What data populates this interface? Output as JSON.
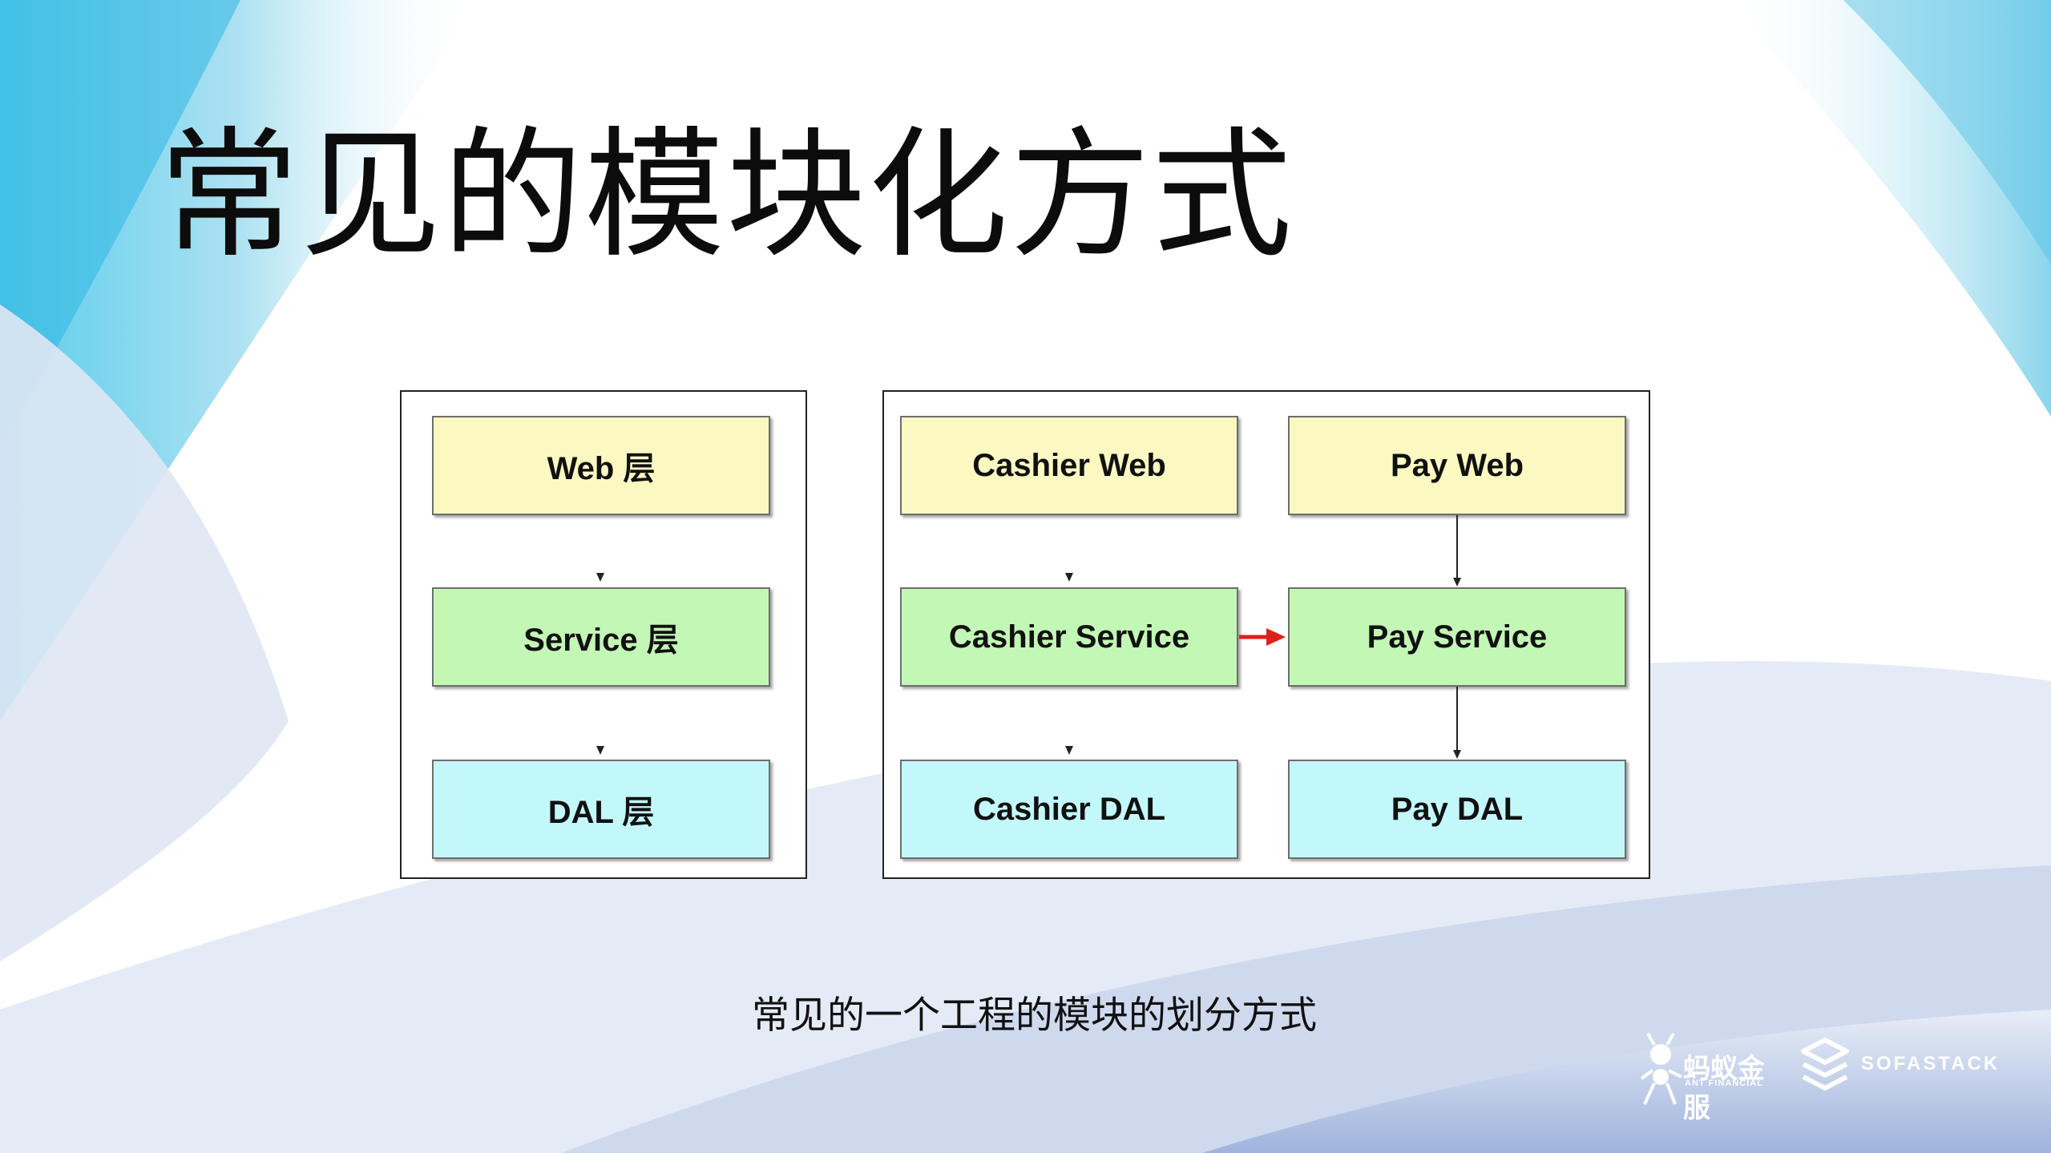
{
  "title": "常见的模块化方式",
  "caption": "常见的一个工程的模块的划分方式",
  "layered": {
    "web": "Web 层",
    "service": "Service 层",
    "dal": "DAL 层"
  },
  "modular": {
    "cashier_web": "Cashier Web",
    "cashier_service": "Cashier Service",
    "cashier_dal": "Cashier DAL",
    "pay_web": "Pay Web",
    "pay_service": "Pay Service",
    "pay_dal": "Pay DAL"
  },
  "logos": {
    "ant_cn": "蚂蚁金服",
    "ant_en": "ANT FINANCIAL",
    "sofa": "SOFASTACK"
  },
  "colors": {
    "web": "#fbf8c1",
    "service": "#c3f7b5",
    "dal": "#c3f8fa",
    "dependency_arrow": "#e0201a"
  }
}
